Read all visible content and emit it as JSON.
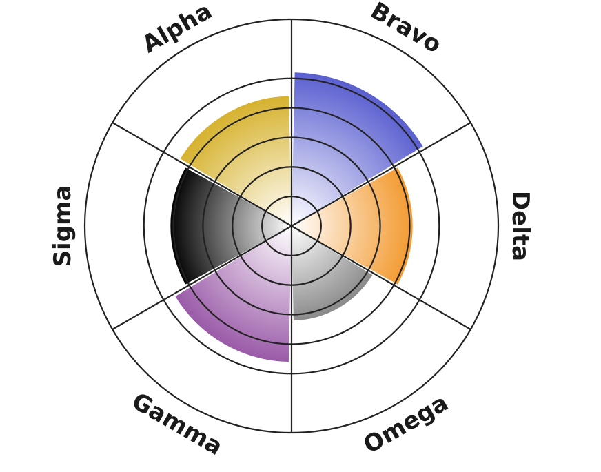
{
  "chart_data": {
    "type": "polar-area",
    "title": "",
    "categories": [
      "Bravo",
      "Delta",
      "Omega",
      "Gamma",
      "Sigma",
      "Alpha"
    ],
    "values": [
      5.2,
      4.1,
      3.2,
      4.6,
      4.1,
      4.4
    ],
    "rmax": 7,
    "rings": [
      1,
      2,
      3,
      4,
      5,
      7
    ],
    "grid": true,
    "colors": [
      "#5a5fd0",
      "#f39a30",
      "#8a8a8a",
      "#9a5aa8",
      "#050505",
      "#d6b22e"
    ]
  }
}
